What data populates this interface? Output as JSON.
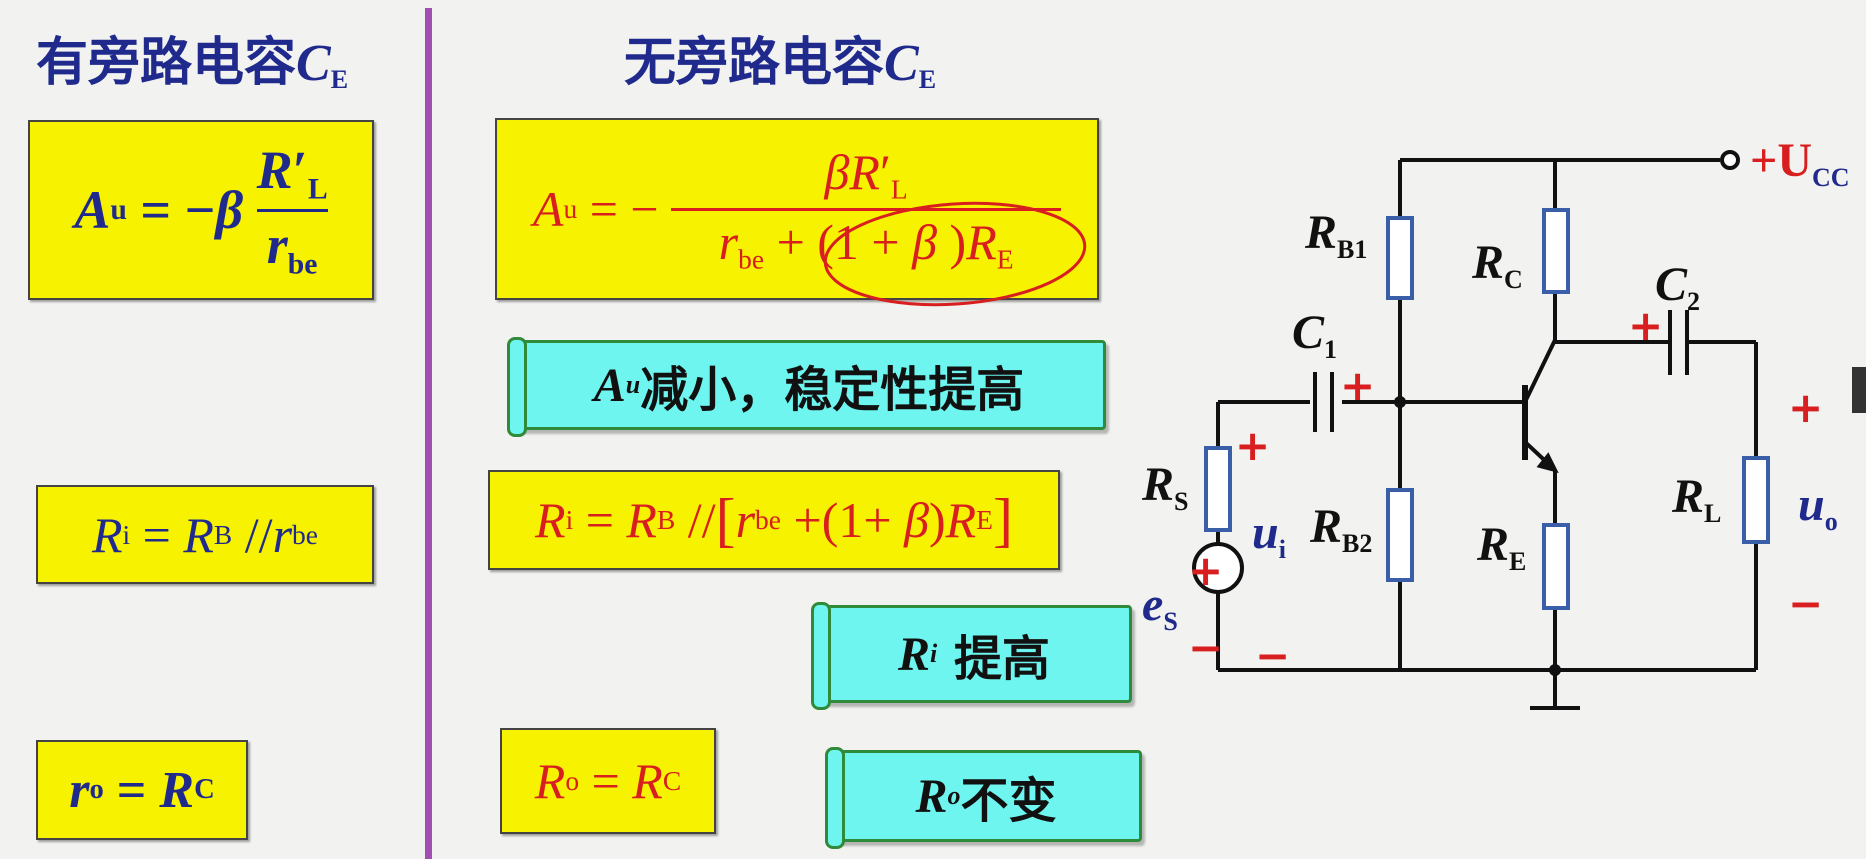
{
  "left_heading": {
    "text": "有旁路电容",
    "c": "C",
    "sub": "E"
  },
  "right_heading": {
    "text": "无旁路电容",
    "c": "C",
    "sub": "E"
  },
  "notes": {
    "au_reduced": {
      "pre": "A",
      "sub": "u",
      "text": "减小，稳定性提高"
    },
    "ri_increase": {
      "pre": "R",
      "sub": "i",
      "text": "提高"
    },
    "ro_unchanged": {
      "pre": "R",
      "sub": "o",
      "text": "不变"
    }
  },
  "circuit_labels": {
    "ucc": "+U",
    "ucc_sub": "CC",
    "rb1": "R",
    "rb1_sub": "B1",
    "rc": "R",
    "rc_sub": "C",
    "c1": "C",
    "c1_sub": "1",
    "c2": "C",
    "c2_sub": "2",
    "rs": "R",
    "rs_sub": "S",
    "ui": "u",
    "ui_sub": "i",
    "rb2": "R",
    "rb2_sub": "B2",
    "re": "R",
    "re_sub": "E",
    "rl": "R",
    "rl_sub": "L",
    "uo": "u",
    "uo_sub": "o",
    "es": "e",
    "es_sub": "S",
    "plus": "+",
    "minus": "−"
  },
  "colors": {
    "heading": "#1f2a8c",
    "divider": "#a14fb0",
    "box": "#f6f200",
    "note": "#6ff5ef",
    "note_border": "#2f8b3a",
    "red": "#d81e1e",
    "wire": "#111111",
    "resistor": "#3a5ea8"
  }
}
